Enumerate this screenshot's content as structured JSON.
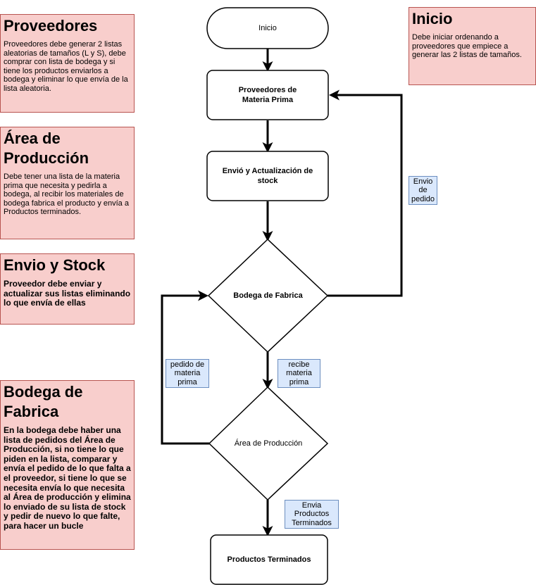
{
  "notes": {
    "proveedores": {
      "title": "Proveedores",
      "body": "Proveedores debe generar 2 listas aleatorias de tamaños (L y S), debe comprar con lista de bodega y si tiene los productos enviarlos a bodega y eliminar lo que envía de la lista aleatoria."
    },
    "area_produccion": {
      "title": "Área de Producción",
      "body": "Debe tener una lista de la materia prima que necesita y pedirla a bodega, al recibir los materiales de bodega fabrica el producto y envía a Productos terminados."
    },
    "envio_stock": {
      "title": "Envio y Stock",
      "body": "Proveedor debe enviar y actualizar sus listas eliminando lo que envía de ellas"
    },
    "bodega_fabrica": {
      "title": "Bodega de Fabrica",
      "body": "En la bodega debe haber una lista de pedidos del Área de Producción, si no tiene lo que piden en la lista, comparar y envía el pedido de lo que falta a el proveedor, si tiene lo que se necesita envía lo que necesita al Área de producción y elimina lo enviado de su lista de stock y pedir de nuevo lo que falte, para hacer un bucle"
    },
    "inicio": {
      "title": "Inicio",
      "body": "Debe iniciar ordenando a proveedores que empiece a generar las 2 listas de tamaños."
    }
  },
  "flow": {
    "inicio": "Inicio",
    "proveedores_line1": "Proveedores de",
    "proveedores_line2": "Materia Prima",
    "envio_line1": "Envió y Actualización de",
    "envio_line2": "stock",
    "bodega": "Bodega de Fabrica",
    "area": "Área de Producción",
    "productos": "Productos Terminados"
  },
  "edge_labels": {
    "envio_pedido": [
      "Envio",
      "de",
      "pedido"
    ],
    "pedido_materia": [
      "pedido de",
      "materia",
      "prima"
    ],
    "recibe_materia": [
      "recibe",
      "materia",
      "prima"
    ],
    "envia_productos": [
      "Envia",
      "Productos",
      "Terminados"
    ]
  },
  "colors": {
    "note_fill": "#f8cecc",
    "note_stroke": "#b85450",
    "label_fill": "#dae8fc",
    "label_stroke": "#6c8ebf"
  }
}
